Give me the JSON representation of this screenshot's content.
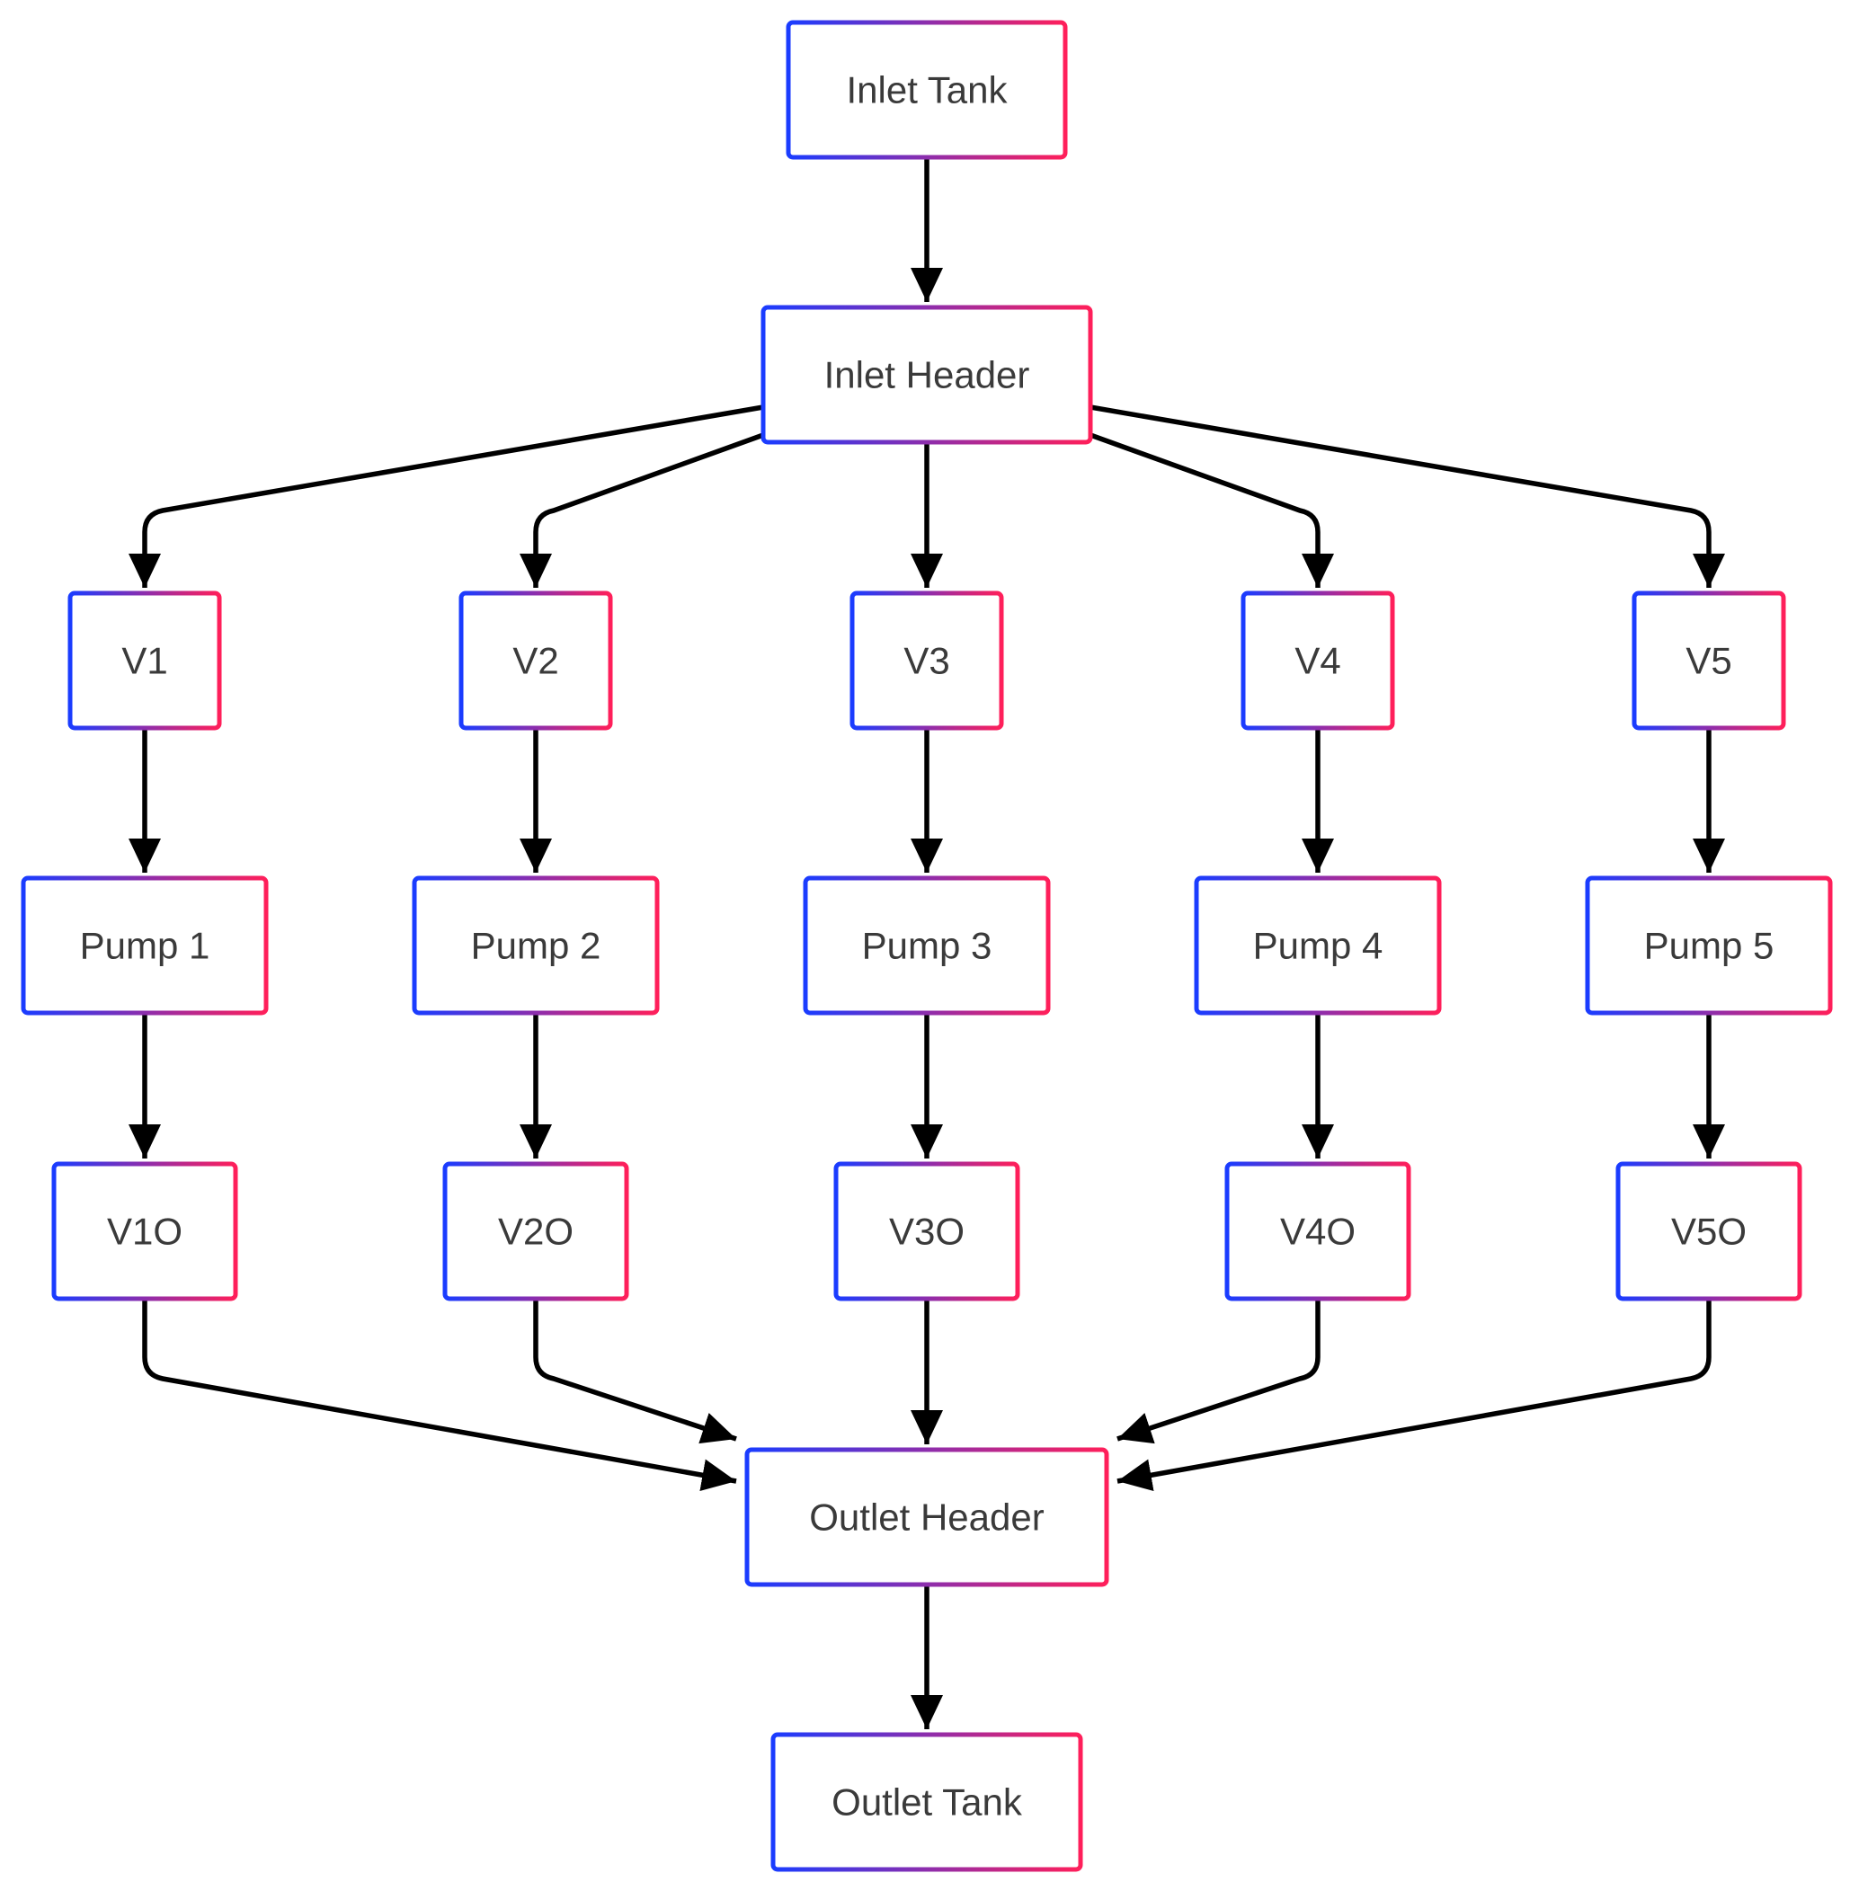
{
  "diagram": {
    "colors": {
      "gradient_left": "#1a3cff",
      "gradient_right": "#ff1f5a",
      "edge": "#000000",
      "text": "#3a3a3a"
    },
    "nodes": [
      {
        "id": "inlet_tank",
        "label": "Inlet Tank"
      },
      {
        "id": "inlet_header",
        "label": "Inlet Header"
      },
      {
        "id": "v1",
        "label": "V1"
      },
      {
        "id": "v2",
        "label": "V2"
      },
      {
        "id": "v3",
        "label": "V3"
      },
      {
        "id": "v4",
        "label": "V4"
      },
      {
        "id": "v5",
        "label": "V5"
      },
      {
        "id": "pump1",
        "label": "Pump 1"
      },
      {
        "id": "pump2",
        "label": "Pump 2"
      },
      {
        "id": "pump3",
        "label": "Pump 3"
      },
      {
        "id": "pump4",
        "label": "Pump 4"
      },
      {
        "id": "pump5",
        "label": "Pump 5"
      },
      {
        "id": "v1o",
        "label": "V1O"
      },
      {
        "id": "v2o",
        "label": "V2O"
      },
      {
        "id": "v3o",
        "label": "V3O"
      },
      {
        "id": "v4o",
        "label": "V4O"
      },
      {
        "id": "v5o",
        "label": "V5O"
      },
      {
        "id": "outlet_header",
        "label": "Outlet Header"
      },
      {
        "id": "outlet_tank",
        "label": "Outlet Tank"
      }
    ],
    "edges": [
      {
        "from": "inlet_tank",
        "to": "inlet_header"
      },
      {
        "from": "inlet_header",
        "to": "v1"
      },
      {
        "from": "inlet_header",
        "to": "v2"
      },
      {
        "from": "inlet_header",
        "to": "v3"
      },
      {
        "from": "inlet_header",
        "to": "v4"
      },
      {
        "from": "inlet_header",
        "to": "v5"
      },
      {
        "from": "v1",
        "to": "pump1"
      },
      {
        "from": "v2",
        "to": "pump2"
      },
      {
        "from": "v3",
        "to": "pump3"
      },
      {
        "from": "v4",
        "to": "pump4"
      },
      {
        "from": "v5",
        "to": "pump5"
      },
      {
        "from": "pump1",
        "to": "v1o"
      },
      {
        "from": "pump2",
        "to": "v2o"
      },
      {
        "from": "pump3",
        "to": "v3o"
      },
      {
        "from": "pump4",
        "to": "v4o"
      },
      {
        "from": "pump5",
        "to": "v5o"
      },
      {
        "from": "v1o",
        "to": "outlet_header"
      },
      {
        "from": "v2o",
        "to": "outlet_header"
      },
      {
        "from": "v3o",
        "to": "outlet_header"
      },
      {
        "from": "v4o",
        "to": "outlet_header"
      },
      {
        "from": "v5o",
        "to": "outlet_header"
      },
      {
        "from": "outlet_header",
        "to": "outlet_tank"
      }
    ]
  }
}
